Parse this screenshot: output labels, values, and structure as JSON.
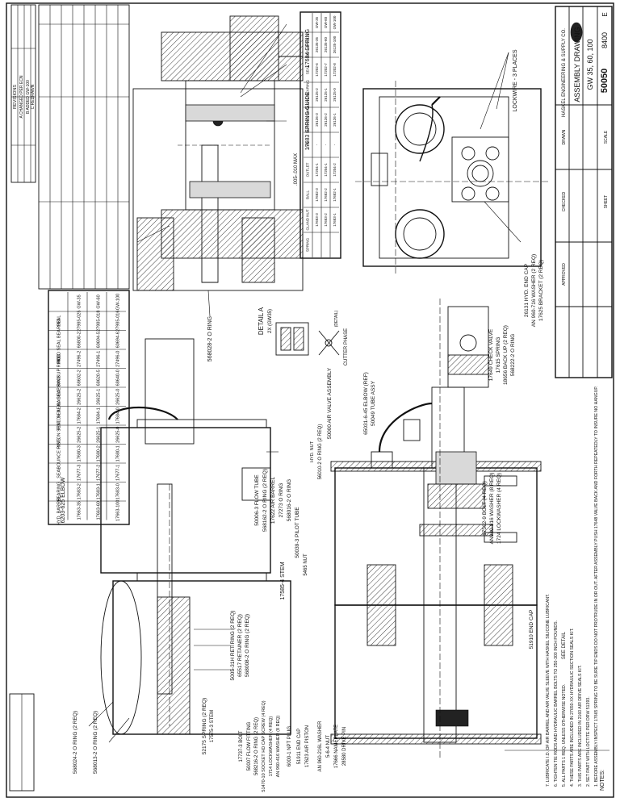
{
  "top_table": {
    "headers": [
      "SEAL",
      "ROD SEAL BEARING",
      "ROD",
      "SEAL BACKUP RING",
      "SEAL BACKUP RING",
      "PISTON SEAL",
      "PISTON SEAL",
      "BOUNCE RING",
      "SEAL",
      "BEARING",
      "HYD. BARREL"
    ],
    "rows": [
      {
        "model": "GW-35",
        "cells": [
          "27985-025",
          "66800-2",
          "27496-2",
          "68602-2",
          "26625-2",
          "17684-2",
          "26625-2",
          "17680-3",
          "17677-3",
          "17683-2",
          "17663-35"
        ]
      },
      {
        "model": "GW-60",
        "cells": [
          "27985-018",
          "60694-5",
          "27496-1",
          "68620-5",
          "26625-1",
          "17684-1",
          "26625-1",
          "17680-2",
          "17677-2",
          "17683-1",
          "17663-60"
        ]
      },
      {
        "model": "GW-100",
        "cells": [
          "27985-016",
          "60694-6",
          "27496-0",
          "68640-0",
          "26625-0",
          "17684-0",
          "26625-0",
          "17680-1",
          "17677-1",
          "17683-0",
          "17663-100"
        ]
      }
    ]
  },
  "lower_table": {
    "headers": [
      "SEAL BACKUP",
      "SEAL",
      "GLAND BEARING",
      "BUSHING RING",
      "PIN",
      "OUTLET",
      "BALL",
      "GLAND NUT",
      "SPRING"
    ],
    "rows": [
      {
        "model": "GW-35",
        "cells": [
          "26135-35",
          "17202-6",
          "26125-2",
          "26126-3",
          "-",
          "17204-1",
          "17682-3",
          "17683-3"
        ]
      },
      {
        "model": "GW-60",
        "cells": [
          "26135-60",
          "17202-7",
          "26125-1",
          "26126-2",
          "-",
          "17204-1",
          "17682-2",
          "17683-2"
        ]
      },
      {
        "model": "GW-100",
        "cells": [
          "26135-100",
          "17202-8",
          "26125-0",
          "26126-1",
          "-",
          "17204-2",
          "17682-1",
          "17683-1"
        ]
      }
    ]
  },
  "revision_block": {
    "header": "REVISIONS",
    "rows": [
      "A  CHANGED PER ECN",
      "B  ADDED GW-100",
      "C  REDRAWN"
    ]
  },
  "title_block": {
    "company": "HASKEL ENGINEERING & SUPPLY CO.",
    "title": "ASSEMBLY DRAWING",
    "model": "GW 35, 60, 100",
    "size": "E",
    "code": "8400",
    "drawing_no": "50050",
    "revision": "",
    "drawn_by_label": "DRAWN",
    "checked_label": "CHECKED",
    "approved_label": "APPROVED",
    "scale_label": "SCALE",
    "sheet_label": "SHEET"
  },
  "upper_left_view": {
    "elbow": "6203-625 ELBOW",
    "flow_tube": "50006-3 FLOW TUBE",
    "oring_flow": "568162-2 O RING (2 REQ)",
    "air_barrel": "17622 AIR BARREL",
    "oring_27273": "27273 O RING",
    "oring_568016": "568016-2 O RING",
    "pilot_tube": "50039-3 PILOT TUBE",
    "nut_5465": "5465 NUT",
    "ret_ring": "5005-31H RET RING (2 REQ)",
    "retainer": "65517 RETAINER (2 REQ)",
    "oring_568008": "568008-2 O RING (2 REQ)",
    "stem": "17585-4 STEM",
    "stem2": "17575-3 STEM",
    "spring": "52175 SPRING (2 REQ)",
    "oring_568024": "568024-2 O RING (2 REQ)",
    "oring_568013": "568013-2 O RING (2 REQ)"
  },
  "detail": {
    "oring_568028": "568028-2 O RING",
    "detail_label": "DETAIL A",
    "detail_scale": "2X (GW35)",
    "spring_17684": "17684 SPRING",
    "spring_guide": "17683 SPRING GUIDE",
    "gap_label": ".005-.010 MAX",
    "cutter_label": "CUTTER PHASE",
    "small_note": "(DETAIL)"
  },
  "lower_view": {
    "elbow_ref": "65031-6-45 ELBOW (REF)",
    "tube_assy": "50049 TUBE ASSY",
    "air_valve": "50000 AIR VALVE ASSEMBLY",
    "oring_56010": "56010-2 O RING (2 REQ)",
    "nut_small": "HYD. NUT",
    "check_valve": "17649 CHECK VALVE",
    "spring_17615": "17615 SPRING",
    "back_up": "18656 BACK UP (2 REQ)",
    "oring_568222": "568222-2 O RING",
    "bolt": "17562-9 BOLT (4 REQ)",
    "washer_16": "AN960-816 WASHER (8 REQ)",
    "lockwasher": "1724 LOCKWASHER (4 REQ)",
    "end_cap": "51910 END CAP",
    "hyd_end_cap": "26131 HYD. END CAP",
    "screw_note": "AN 960-716 WASHER (2 REQ)",
    "bracket": "17625 BRACKET (2 REQ)",
    "lockwire": "LOCKWIRE - 3 PLACES",
    "flow_fitting": "50007 FLOW FITTING",
    "oring_flowfit": "568216-2 O RING (2 REQ)",
    "socket_cap": "51470-10 SOCKET HD CAP SCREW (4 REQ)",
    "lockwasher_4": "1714 LOCKWASHER (4 REQ)",
    "washer_4": "AN 960-416 WASHER (8 REQ)",
    "npt_plug": "6000-1 NPT PLUG",
    "end_cap_51911": "51911 END CAP",
    "air_piston": "17623 AIR PISTON",
    "washer_aug": "AN 960-216L WASHER",
    "hex_nut": "5-6-4 NUT",
    "nameplate": "17666 NAMEPLATE",
    "pin": "28580 DRIVE PIN",
    "bolt_left": "17737-3 BOLT"
  },
  "notes": {
    "title": "NOTES:",
    "items": [
      "BEFORE ASSEMBLY INSPECT 17665 SPRING TO BE SURE TIP ENDS DO NOT PROTRUDE IN OR OUT. AFTER ASSEMBLY PUSH 17648 VALVE BACK AND FORTH REPEATEDLY TO INSURE NO HANGUP.",
      "SET PART WITH LOCTITE PER DRW 51393.",
      "THIS PARTS ARE INCLUDED IN 2160 AIR DRIVE SEALS KIT.",
      "THESE PARTS ARE INCLUDED IN 27650-XX HYDRAULIC SECTION SEALS KIT.",
      "ALL PARTS 1 REQ. UNLESS OTHERWISE NOTED.",
      "TIGHTEN TIE RODS AND HYDRAULIC BARREL BOLTS TO 250-300 INCH POUNDS.",
      "LUBRICATE I.D. OF AIR BARREL AND AIR VALVE SLEEVE WITH HASKEL SILICONE LUBRICANT."
    ],
    "see_detail": "SEE DETAIL"
  }
}
